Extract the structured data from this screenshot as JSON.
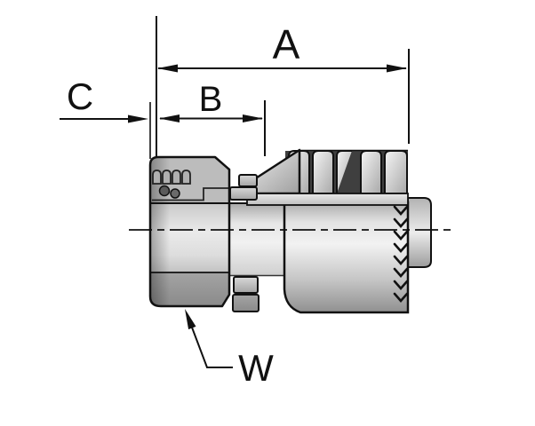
{
  "figure": {
    "title": "hose-fitting-dimension-drawing",
    "labels": {
      "dim_a": "A",
      "dim_b": "B",
      "dim_c": "C",
      "wrench": "W"
    },
    "colors": {
      "background": "#ffffff",
      "line": "#111111",
      "metal_bright": "#f2f2f2",
      "metal_light": "#d9d9d9",
      "metal_mid": "#b5b5b5",
      "metal_dark": "#8f8f8f",
      "groove_dark": "#3f3f3f"
    }
  }
}
